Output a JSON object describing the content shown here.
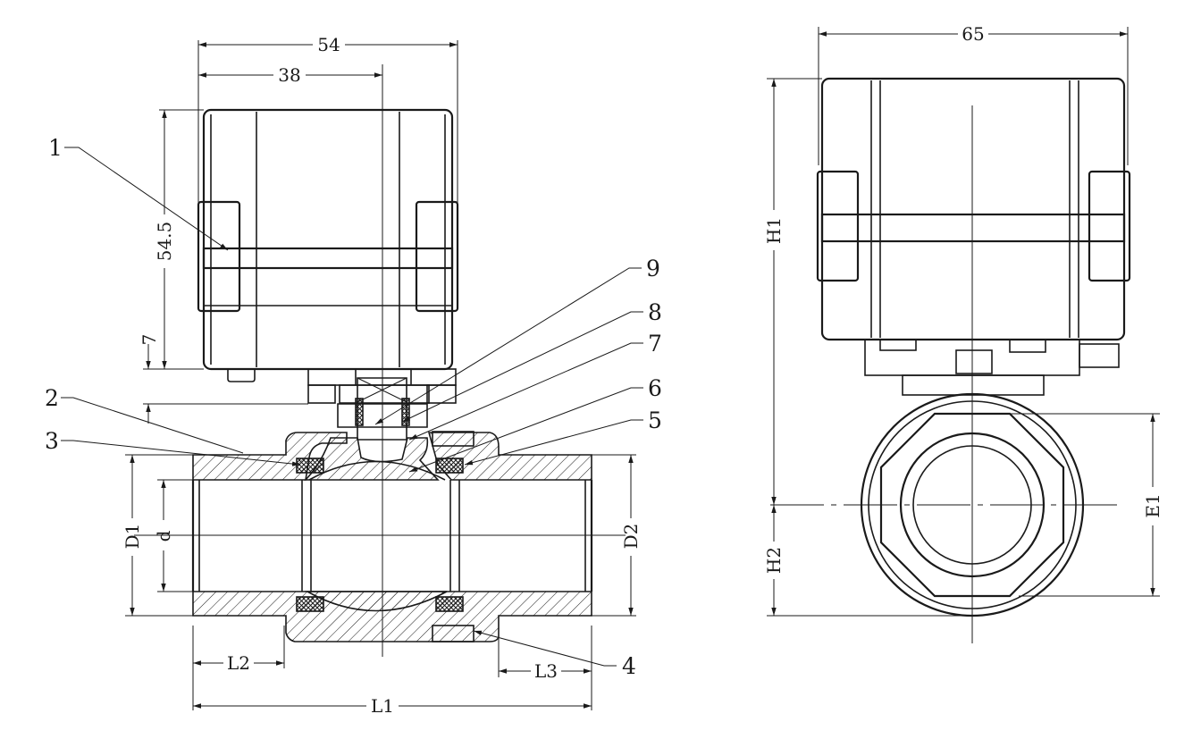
{
  "drawing": {
    "title": "Electric ball valve dimension drawing",
    "dimensions": {
      "actuator_width": "54",
      "axis_offset": "38",
      "actuator_height": "54.5",
      "gap": "7",
      "side_width": "65",
      "h1": "H1",
      "h2": "H2",
      "e1": "E1",
      "d1": "D1",
      "d": "d",
      "d2": "D2",
      "l1": "L1",
      "l2": "L2",
      "l3": "L3"
    },
    "callouts": [
      "1",
      "2",
      "3",
      "4",
      "5",
      "6",
      "7",
      "8",
      "9"
    ]
  }
}
